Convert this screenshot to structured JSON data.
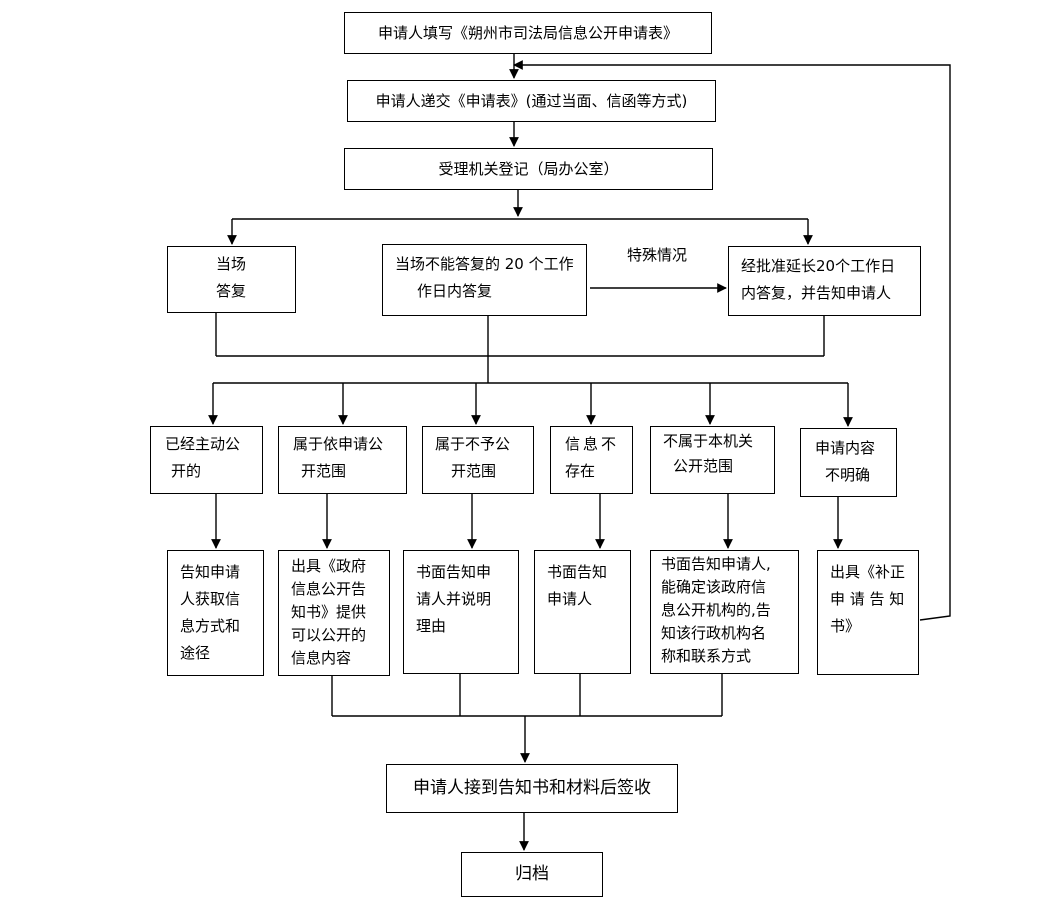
{
  "nodes": {
    "fill_form": "申请人填写《朔州市司法局信息公开申请表》",
    "submit_form": "申请人递交《申请表》(通过当面、信函等方式)",
    "register": "受理机关登记（局办公室）",
    "reply_on_spot": [
      "当场",
      "答复"
    ],
    "reply_20_days": [
      "当场不能答复的  20  个工作",
      "作日内答复"
    ],
    "special_case_label": "特殊情况",
    "extend_20_days": [
      "经批准延长20个工作日",
      "内答复，并告知申请人"
    ],
    "already_public": [
      "已经主动公",
      "开的"
    ],
    "public_on_request": [
      "属于依申请公",
      "开范围"
    ],
    "not_disclosed": [
      "属于不予公",
      "开范围"
    ],
    "info_not_exist": [
      "信息不",
      "存在"
    ],
    "not_this_agency": [
      "不属于本机关",
      "公开范围"
    ],
    "content_unclear": [
      "申请内容",
      "不明确"
    ],
    "inform_channel": [
      "告知申请",
      "人获取信",
      "息方式和",
      "途径"
    ],
    "issue_notice": [
      "出具《政府",
      "信息公开告",
      "知书》提供",
      "可以公开的",
      "信息内容"
    ],
    "written_reason": [
      "书面告知申",
      "请人并说明",
      "理由"
    ],
    "written_inform": [
      "书面告知",
      "申请人"
    ],
    "inform_other_agency": [
      "书面告知申请人,",
      "能确定该政府信",
      "息公开机构的,告",
      "知该行政机构名",
      "称和联系方式"
    ],
    "issue_supplement": [
      "出具《补正",
      "申 请 告 知",
      "书》"
    ],
    "sign_receipt": "申请人接到告知书和材料后签收",
    "archive": "归档"
  }
}
